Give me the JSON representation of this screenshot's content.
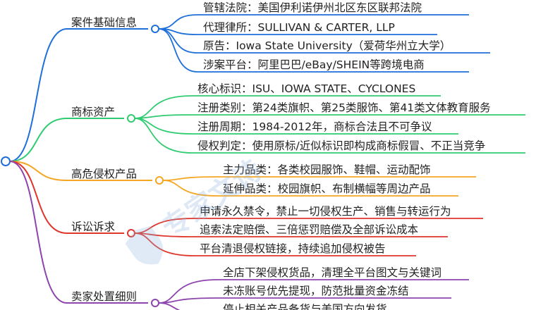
{
  "watermark": {
    "text": "专家文诗",
    "color": "#8fb4dd",
    "icon": "shield-logo-icon"
  },
  "root": {
    "color": "#1e6fd9"
  },
  "branches": [
    {
      "label": "案件基础信息",
      "color": "#1e6fd9",
      "leaves": [
        "管辖法院：美国伊利诺伊州北区东区联邦法院",
        "代理律所：SULLIVAN & CARTER, LLP",
        "原告：Iowa State University（爱荷华州立大学）",
        "涉案平台：阿里巴巴/eBay/SHEIN等跨境电商"
      ]
    },
    {
      "label": "商标资产",
      "color": "#2ecc71",
      "leaves": [
        "核心标识：ISU、IOWA STATE、CYCLONES",
        "注册类别：第24类旗帜、第25类服饰、第41类文体教育服务",
        "注册周期：1984-2012年，商标合法且不可争议",
        "侵权判定：使用原标/近似标识即构成商标假冒、不正当竞争"
      ]
    },
    {
      "label": "高危侵权产品",
      "color": "#f5a623",
      "leaves": [
        "主力品类：各类校园服饰、鞋帽、运动配饰",
        "延伸品类：校园旗帜、布制横幅等周边产品"
      ]
    },
    {
      "label": "诉讼诉求",
      "color": "#e0352b",
      "leaves": [
        "申请永久禁令，禁止一切侵权生产、销售与转运行为",
        "追索法定赔偿、三倍惩罚赔偿及全部诉讼成本",
        "平台清退侵权链接，持续追加侵权被告"
      ]
    },
    {
      "label": "卖家处置细则",
      "color": "#8e44ad",
      "leaves": [
        "全店下架侵权货品，清理全平台图文与关键词",
        "未冻账号优先提现，防范批量资金冻结",
        "停止相关产品备货与美国方向发货"
      ]
    }
  ]
}
